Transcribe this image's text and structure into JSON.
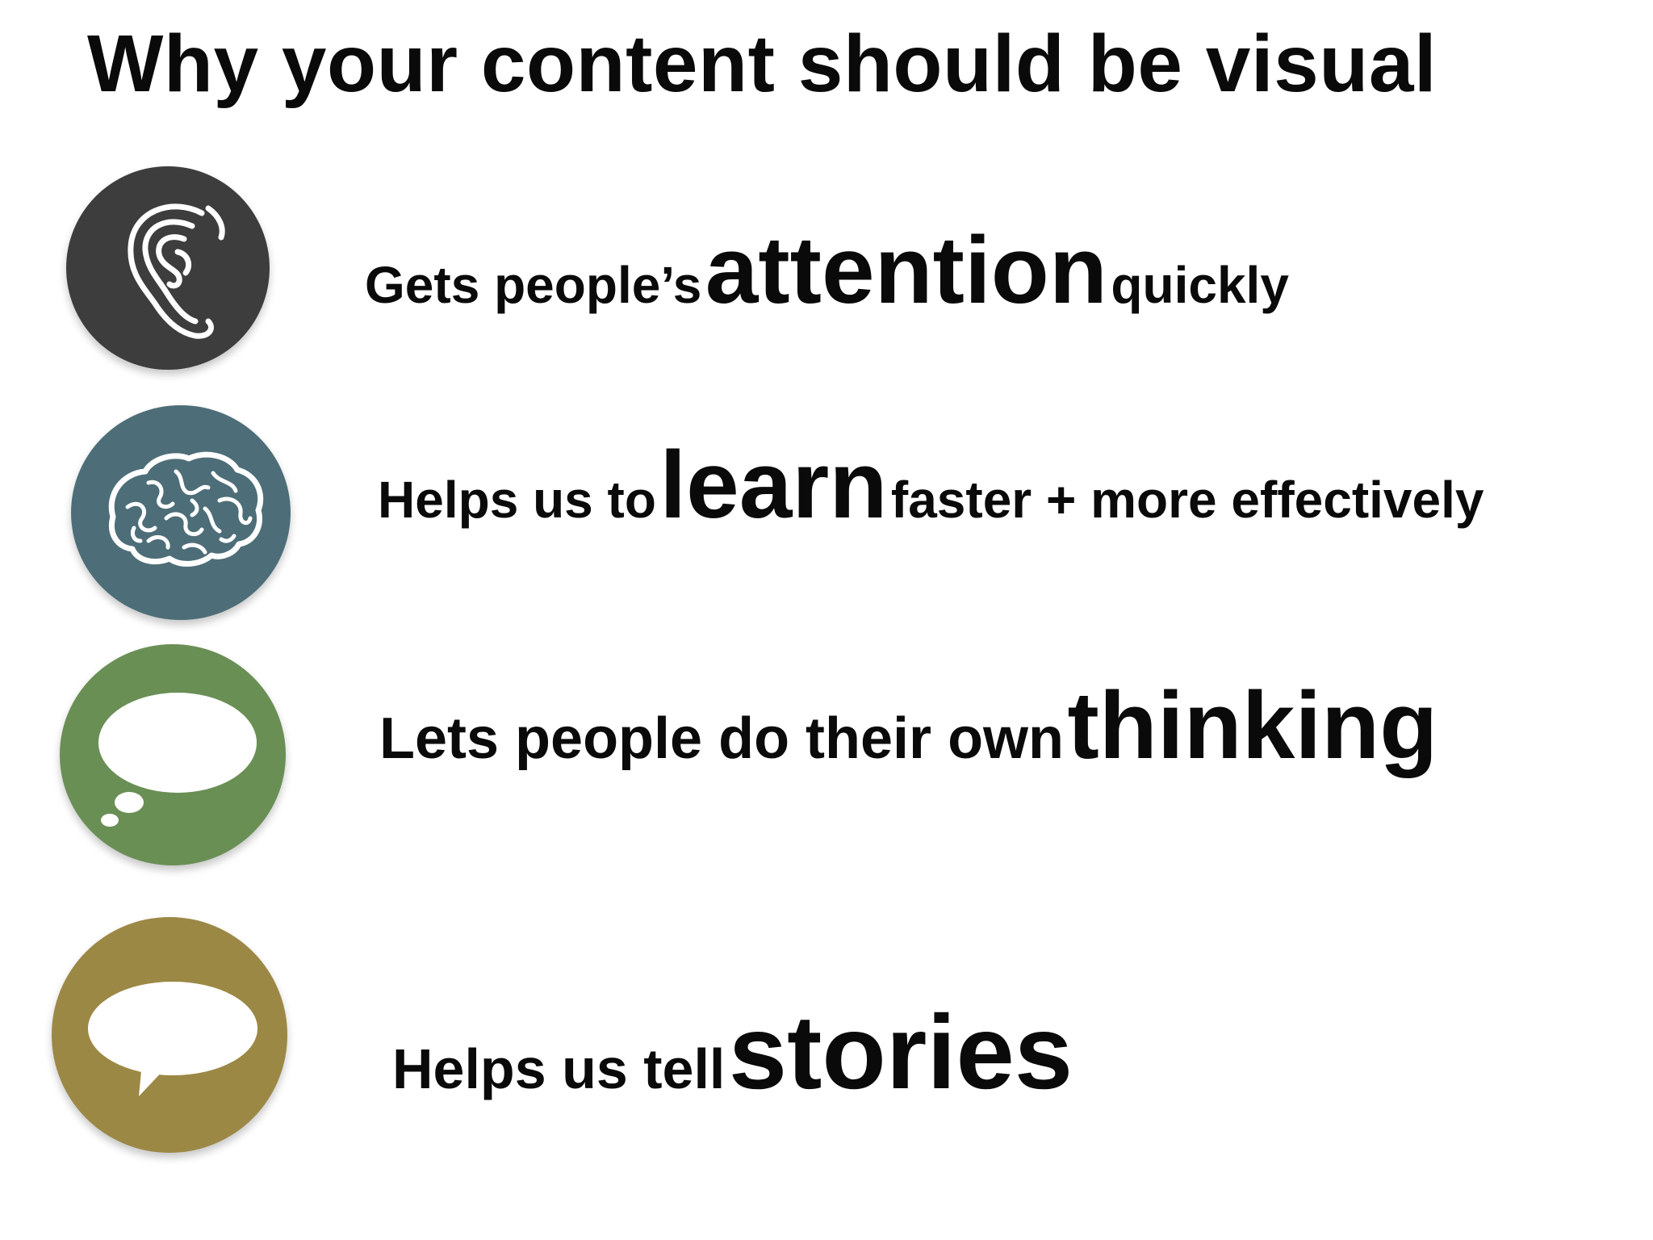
{
  "title": "Why your content should be visual",
  "colors": {
    "ear_circle": "#3d3d3d",
    "brain_circle": "#4d6e78",
    "thought_circle": "#6a8f55",
    "speech_circle": "#9c8845",
    "icon_stroke": "#ffffff",
    "text": "#0a0a0a"
  },
  "items": [
    {
      "icon": "ear-icon",
      "before": "Gets people’s",
      "emphasis": "attention",
      "after": "quickly"
    },
    {
      "icon": "brain-icon",
      "before": "Helps us to",
      "emphasis": "learn",
      "after": "faster + more effectively"
    },
    {
      "icon": "thought-bubble-icon",
      "before": "Lets people do their own",
      "emphasis": "thinking",
      "after": ""
    },
    {
      "icon": "speech-bubble-icon",
      "before": "Helps us tell",
      "emphasis": "stories",
      "after": ""
    }
  ]
}
